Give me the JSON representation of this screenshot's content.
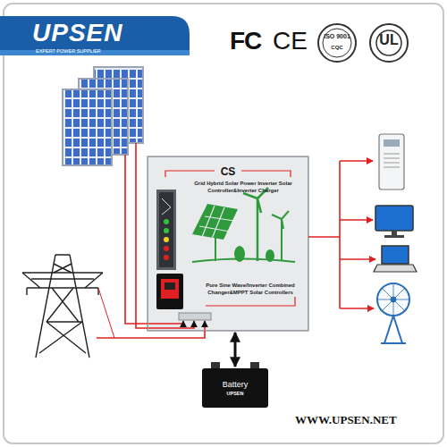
{
  "diagram": {
    "nodes": [
      {
        "text": [
          "CS",
          "Grid Hybrid Solar Power Inverter Solar Controller&Inverter Charger",
          "Pure Sine Wave/Inverter Combined Changer&MPPT Solar Controllers"
        ]
      },
      {
        "text": [
          "Battery",
          "UPSEN"
        ]
      }
    ],
    "edges": [
      {
        "from": 0,
        "to": 1,
        "arrow": "both"
      }
    ],
    "labels": [
      "UPSEN",
      "EXPERT POWER SUPPLIER",
      "FC",
      "CE",
      "ISO 9001",
      "CQC",
      "UL",
      "WWW.UPSEN.NET"
    ]
  }
}
